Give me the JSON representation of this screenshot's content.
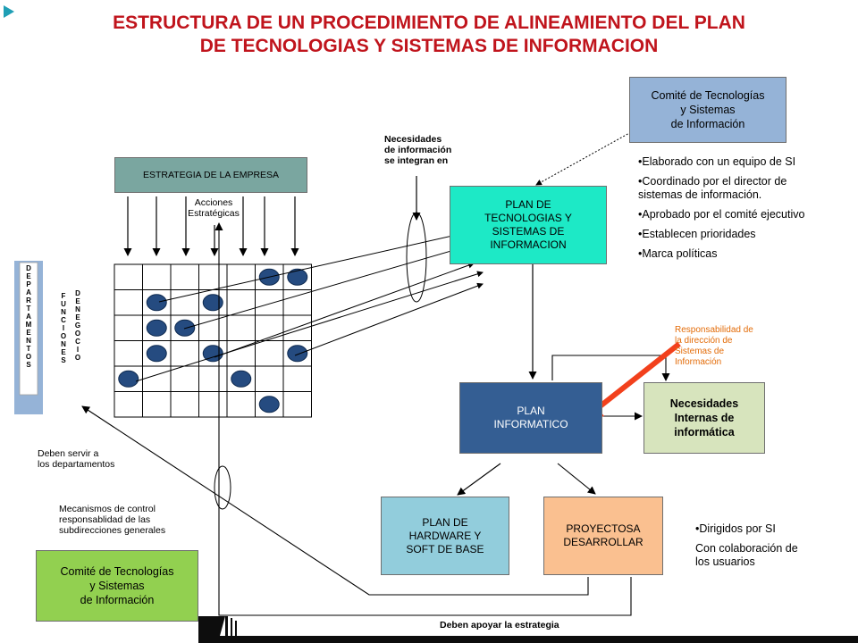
{
  "title": {
    "line1": "ESTRUCTURA DE UN PROCEDIMIENTO DE ALINEAMIENTO DEL PLAN",
    "line2": "DE TECNOLOGIAS Y SISTEMAS DE INFORMACION"
  },
  "boxes": {
    "comite_top": [
      "Comité de Tecnologías",
      "y Sistemas",
      "de Información"
    ],
    "estrategia": "ESTRATEGIA DE LA EMPRESA",
    "plan_tecnologias": [
      "PLAN DE",
      "TECNOLOGIAS Y",
      "SISTEMAS DE",
      "INFORMACION"
    ],
    "plan_informatico": [
      "PLAN",
      "INFORMATICO"
    ],
    "necesidades_internas": [
      "Necesidades",
      "Internas de",
      "informática"
    ],
    "plan_hardware": [
      "PLAN  DE",
      "HARDWARE  Y",
      "SOFT DE BASE"
    ],
    "proyectos": [
      "PROYECTOSA",
      "DESARROLLAR"
    ],
    "comite_bottom": [
      "Comité de Tecnologías",
      "y Sistemas",
      "de Información"
    ]
  },
  "labels": {
    "necesidades_info": [
      "Necesidades",
      "de información",
      "se integran en"
    ],
    "acciones": [
      "Acciones",
      "Estratégicas"
    ],
    "responsabilidad": [
      "Responsabilidad  de",
      "la dirección de",
      "Sistemas de",
      "Información"
    ],
    "deben_servir": [
      "Deben servir a",
      "los departamentos"
    ],
    "mecanismos": [
      "Mecanismos de control",
      "responsablidad  de  las",
      "subdirecciones generales"
    ],
    "deben_apoyar": "Deben apoyar la estrategia",
    "departamentos": "DEPARTAMENTOS",
    "funciones": "FUNCIONES",
    "de_negocio": "DE NEGOCIO"
  },
  "bullets_top": [
    "Elaborado con un equipo de SI",
    "Coordinado por el director de  sistemas de información.",
    "Aprobado por el comité ejecutivo",
    "Establecen prioridades",
    "Marca políticas"
  ],
  "bullets_bottom": {
    "item": "Dirigidos por SI",
    "extra": "Con colaboración  de los  usuarios"
  },
  "colors": {
    "title_red": "#c0141c",
    "comite_blue": "#95b3d7",
    "estrategia_teal": "#7aa6a0",
    "plan_cyan": "#1de9c6",
    "plan_informatico_navy": "#345e93",
    "necesidades_green": "#d7e4bd",
    "hardware_lightblue": "#92cddc",
    "proyectos_peach": "#fac090",
    "comite_green": "#92d050",
    "responsabilidad_orange": "#e36c09",
    "arrow_red": "#f2401c",
    "dot_navy": "#254b80",
    "dept_bar_blue": "#95b3d7"
  },
  "matrix": {
    "rows": 6,
    "cols": 7,
    "dots": [
      [
        0,
        5
      ],
      [
        0,
        6
      ],
      [
        1,
        1
      ],
      [
        1,
        3
      ],
      [
        2,
        1
      ],
      [
        2,
        2
      ],
      [
        3,
        1
      ],
      [
        3,
        3
      ],
      [
        3,
        6
      ],
      [
        4,
        0
      ],
      [
        4,
        4
      ],
      [
        5,
        5
      ]
    ]
  }
}
